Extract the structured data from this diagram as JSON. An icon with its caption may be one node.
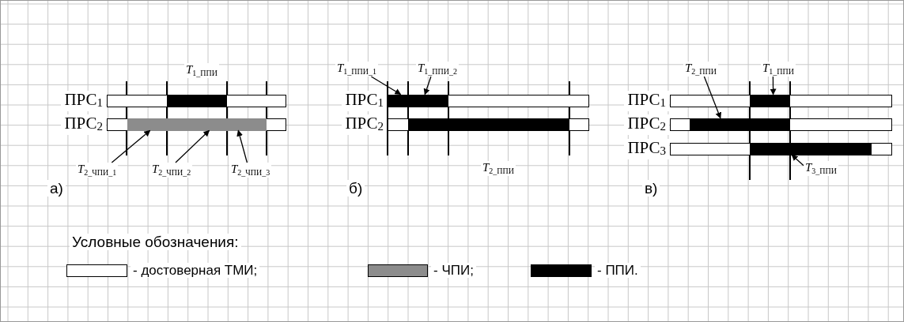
{
  "diagram": {
    "nodes": [
      {
        "text": [
          "ПРС$_{1}$"
        ]
      },
      {
        "text": [],
        "shape": "bar",
        "in": 0
      },
      {
        "text": [
          "ПРС$_{2}$"
        ]
      },
      {
        "text": [],
        "shape": "bar",
        "in": 2
      },
      {
        "text": [
          "*T*$_{2_ЧПИ_1}$"
        ]
      },
      {
        "text": [
          "*T*$_{2_ЧПИ_2}$"
        ]
      },
      {
        "text": [
          "*T*$_{2_ЧПИ_3}$"
        ]
      },
      {
        "text": [
          "ПРС$_{1}$"
        ]
      },
      {
        "text": [],
        "shape": "bar",
        "in": 7
      },
      {
        "text": [
          "ПРС$_{2}$"
        ]
      },
      {
        "text": [],
        "shape": "bar",
        "in": 9
      },
      {
        "text": [
          "*T*$_{1_ППИ_1}$"
        ]
      },
      {
        "text": [
          "*T*$_{1_ППИ_2}$"
        ]
      },
      {
        "text": [
          "ПРС$_{1}$"
        ]
      },
      {
        "text": [],
        "shape": "bar",
        "in": 13
      },
      {
        "text": [
          "ПРС$_{2}$"
        ]
      },
      {
        "text": [],
        "shape": "bar",
        "in": 15
      },
      {
        "text": [
          "ПРС$_{3}$"
        ]
      },
      {
        "text": [],
        "shape": "bar",
        "in": 17
      },
      {
        "text": [
          "*T*$_{2_ППИ}$"
        ]
      },
      {
        "text": [
          "*T*$_{1_ППИ}$"
        ]
      },
      {
        "text": [
          "*T*$_{3_ППИ}$"
        ]
      },
      {
        "text": [
          "*T*$_{1_ППИ}$"
        ]
      },
      {
        "text": [
          "*T*$_{2_ППИ}$"
        ]
      }
    ],
    "edges": [
      {
        "from": 4,
        "to": 3,
        "arrow": "to"
      },
      {
        "from": 5,
        "to": 3,
        "arrow": "to"
      },
      {
        "from": 6,
        "to": 3,
        "arrow": "to"
      },
      {
        "from": 11,
        "to": 8,
        "arrow": "to"
      },
      {
        "from": 12,
        "to": 8,
        "arrow": "to"
      },
      {
        "from": 19,
        "to": 16,
        "arrow": "to"
      },
      {
        "from": 20,
        "to": 14,
        "arrow": "to"
      },
      {
        "from": 21,
        "to": 18,
        "arrow": "to"
      }
    ],
    "labels": [
      "а)",
      "б)",
      "в)",
      "Условные обозначения:"
    ],
    "legend": [
      {
        "text": "- достоверная ТМИ;",
        "color": "#ffffff"
      },
      {
        "text": "- ЧПИ;",
        "color": "#8c8c8c"
      },
      {
        "text": "- ППИ.",
        "color": "#000000"
      }
    ]
  }
}
